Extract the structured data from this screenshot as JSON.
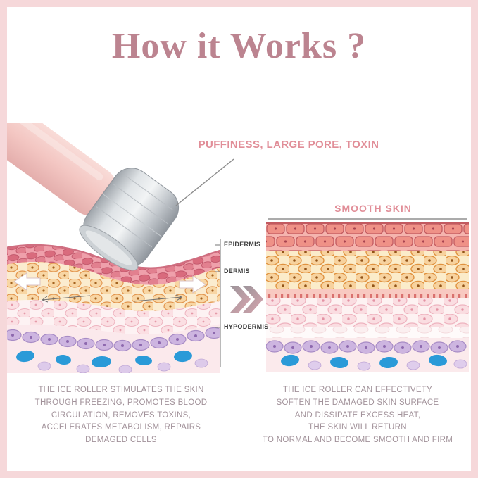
{
  "page": {
    "title": "How it Works ?"
  },
  "annotations": {
    "problem_label": "PUFFINESS, LARGE PORE, TOXIN",
    "result_label": "SMOOTH SKIN"
  },
  "skin_layers": {
    "epidermis": "EPIDERMIS",
    "dermis": "DERMIS",
    "hypodermis": "HYPODERMIS"
  },
  "captions": {
    "before": "THE ICE ROLLER STIMULATES THE SKIN\nTHROUGH FREEZING, PROMOTES BLOOD\nCIRCULATION, REMOVES TOXINS,\nACCELERATES METABOLISM, REPAIRS\nDEMAGED CELLS",
    "after": "THE ICE ROLLER CAN EFFECTIVETY\nSOFTEN THE DAMAGED SKIN SURFACE\nAND DISSIPATE EXCESS HEAT,\nTHE SKIN WILL RETURN\nTO NORMAL AND BECOME SMOOTH AND FIRM"
  },
  "icons": {
    "transition": "double-chevron-right-icon",
    "motion_left": "arrow-left-icon",
    "motion_right": "arrow-right-icon"
  },
  "colors": {
    "frame": "#f6d8da",
    "title": "#bc8490",
    "accent_pink": "#e18e98",
    "caption_text": "#a2929a",
    "layer_label_text": "#3f3f3f",
    "annotation_line_gray": "#8d8d8d",
    "epidermis_red": "#d96b7d",
    "dermis_orange": "#e0923f",
    "cell_purple": "#cdb5e0",
    "fat_blue": "#2a9ad8",
    "roller_metal": "#c7cbd0",
    "roller_handle_pink": "#f3c6c2"
  }
}
